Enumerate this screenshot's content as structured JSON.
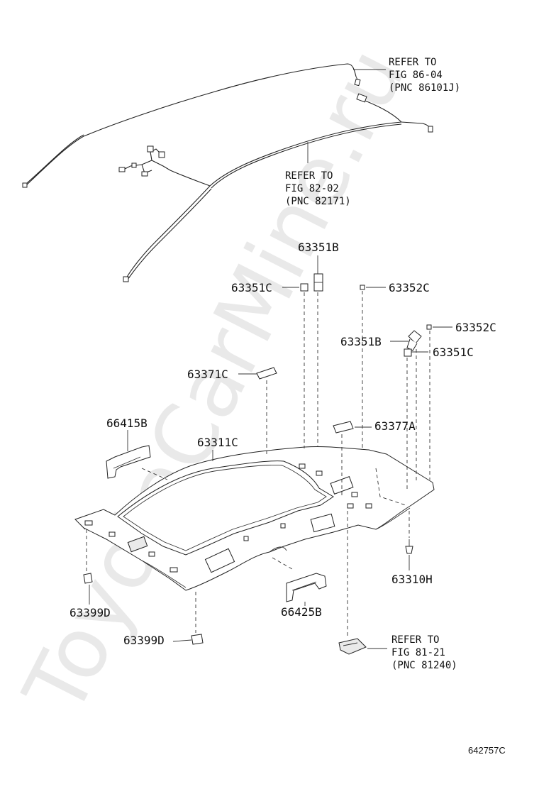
{
  "watermark": "ToyotaCarMine.ru",
  "figure_id": "642757C",
  "part_labels": {
    "p63351B_top": "63351B",
    "p63351C_left": "63351C",
    "p63352C_top": "63352C",
    "p63352C_right": "63352C",
    "p63351B_right": "63351B",
    "p63351C_right": "63351C",
    "p63371C": "63371C",
    "p66415B": "66415B",
    "p63311C": "63311C",
    "p63377A": "63377A",
    "p63310H": "63310H",
    "p63399D_left": "63399D",
    "p66425B": "66425B",
    "p63399D_bottom": "63399D"
  },
  "references": {
    "ref_86": {
      "line1": "REFER TO",
      "line2": "FIG 86-04",
      "line3": "(PNC 86101J)"
    },
    "ref_82": {
      "line1": "REFER TO",
      "line2": "FIG 82-02",
      "line3": "(PNC 82171)"
    },
    "ref_81": {
      "line1": "REFER TO",
      "line2": "FIG 81-21",
      "line3": "(PNC 81240)"
    }
  }
}
